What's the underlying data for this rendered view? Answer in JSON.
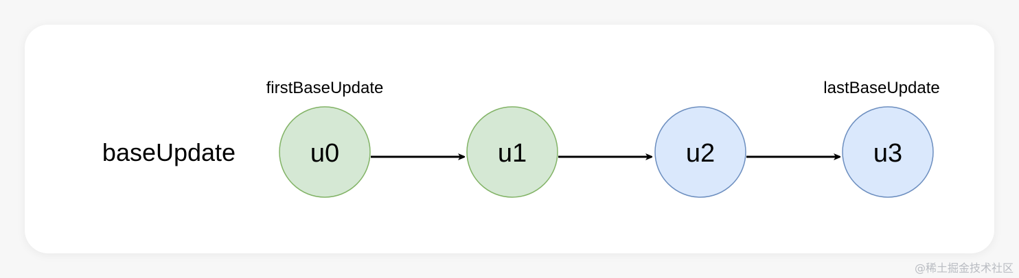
{
  "diagram": {
    "row_label": "baseUpdate",
    "pointers": {
      "first": "firstBaseUpdate",
      "last": "lastBaseUpdate"
    },
    "nodes": [
      {
        "label": "u0",
        "fill": "#d5e8d4",
        "stroke": "#82b366"
      },
      {
        "label": "u1",
        "fill": "#d5e8d4",
        "stroke": "#82b366"
      },
      {
        "label": "u2",
        "fill": "#dae8fc",
        "stroke": "#6c8ebf"
      },
      {
        "label": "u3",
        "fill": "#dae8fc",
        "stroke": "#6c8ebf"
      }
    ],
    "edge_color": "#000000"
  },
  "watermark": "@稀土掘金技术社区"
}
